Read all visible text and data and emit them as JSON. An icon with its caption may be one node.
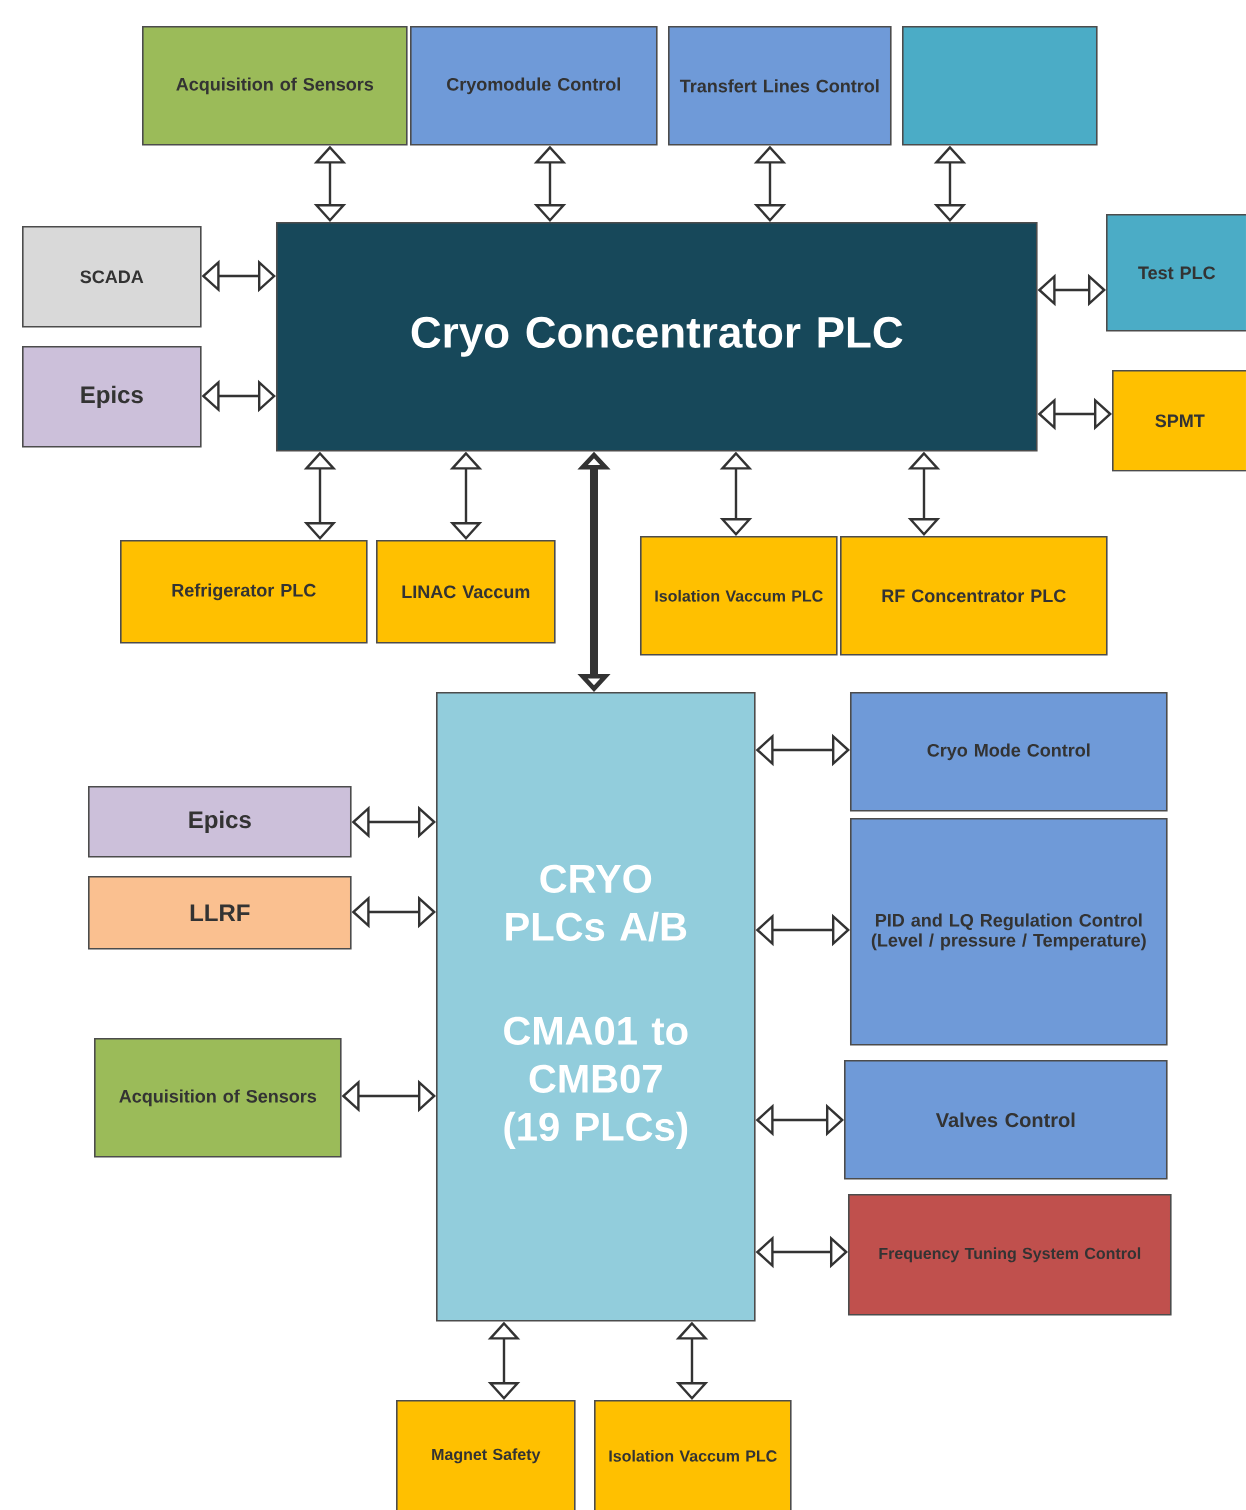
{
  "diagram": {
    "nodes": [
      {
        "text": [
          "Acquisition of Sensors"
        ]
      },
      {
        "text": [
          "Cryomodule Control"
        ]
      },
      {
        "text": [
          "Transfert Lines Control"
        ]
      },
      {
        "text": [],
        "shape": "box"
      },
      {
        "text": [
          "SCADA"
        ]
      },
      {
        "text": [
          "Epics"
        ]
      },
      {
        "text": [
          "Cryo Concentrator PLC"
        ]
      },
      {
        "text": [
          "Test PLC"
        ]
      },
      {
        "text": [
          "SPMT"
        ]
      },
      {
        "text": [
          "Refrigerator PLC"
        ]
      },
      {
        "text": [
          "LINAC Vaccum"
        ]
      },
      {
        "text": [
          "Isolation Vaccum PLC"
        ]
      },
      {
        "text": [
          "RF Concentrator PLC"
        ]
      },
      {
        "text": [
          "CRYO PLCs A/B",
          "CMA01 to CMB07 (19 PLCs)"
        ]
      },
      {
        "text": [
          "Epics"
        ]
      },
      {
        "text": [
          "LLRF"
        ]
      },
      {
        "text": [
          "Acquisition of Sensors"
        ]
      },
      {
        "text": [
          "Cryo Mode Control"
        ]
      },
      {
        "text": [
          "PID and LQ Regulation Control (Level / pressure / Temperature)"
        ]
      },
      {
        "text": [
          "Valves Control"
        ]
      },
      {
        "text": [
          "Frequency Tuning System Control"
        ]
      },
      {
        "text": [
          "Magnet Safety"
        ]
      },
      {
        "text": [
          "Isolation Vaccum PLC"
        ]
      }
    ],
    "edges": [
      {
        "from": 6,
        "to": 0,
        "arrow": "both"
      },
      {
        "from": 6,
        "to": 1,
        "arrow": "both"
      },
      {
        "from": 6,
        "to": 2,
        "arrow": "both"
      },
      {
        "from": 6,
        "to": 3,
        "arrow": "both"
      },
      {
        "from": 6,
        "to": 4,
        "arrow": "both"
      },
      {
        "from": 6,
        "to": 5,
        "arrow": "both"
      },
      {
        "from": 6,
        "to": 7,
        "arrow": "both"
      },
      {
        "from": 6,
        "to": 8,
        "arrow": "both"
      },
      {
        "from": 6,
        "to": 9,
        "arrow": "both"
      },
      {
        "from": 6,
        "to": 10,
        "arrow": "both"
      },
      {
        "from": 6,
        "to": 11,
        "arrow": "both"
      },
      {
        "from": 6,
        "to": 12,
        "arrow": "both"
      },
      {
        "from": 6,
        "to": 13,
        "arrow": "both",
        "style": "thick"
      },
      {
        "from": 13,
        "to": 14,
        "arrow": "both"
      },
      {
        "from": 13,
        "to": 15,
        "arrow": "both"
      },
      {
        "from": 13,
        "to": 16,
        "arrow": "both"
      },
      {
        "from": 13,
        "to": 17,
        "arrow": "both"
      },
      {
        "from": 13,
        "to": 18,
        "arrow": "both"
      },
      {
        "from": 13,
        "to": 19,
        "arrow": "both"
      },
      {
        "from": 13,
        "to": 20,
        "arrow": "both"
      },
      {
        "from": 13,
        "to": 21,
        "arrow": "both"
      },
      {
        "from": 13,
        "to": 22,
        "arrow": "both"
      }
    ]
  }
}
